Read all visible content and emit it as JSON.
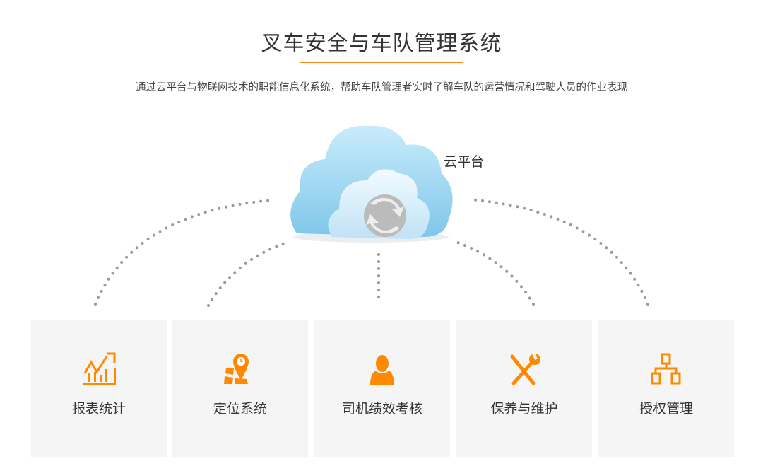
{
  "header": {
    "title": "叉车安全与车队管理系统",
    "subtitle": "通过云平台与物联网技术的职能信息化系统，帮助车队管理者实时了解车队的运营情况和驾驶人员的作业表现"
  },
  "cloud": {
    "label": "云平台"
  },
  "colors": {
    "accent": "#ff8a00",
    "card_bg": "#f5f5f5"
  },
  "modules": [
    {
      "label": "报表统计",
      "icon": "chart-icon"
    },
    {
      "label": "定位系统",
      "icon": "location-icon"
    },
    {
      "label": "司机绩效考核",
      "icon": "driver-icon"
    },
    {
      "label": "保养与维护",
      "icon": "tools-icon"
    },
    {
      "label": "授权管理",
      "icon": "hierarchy-icon"
    }
  ]
}
